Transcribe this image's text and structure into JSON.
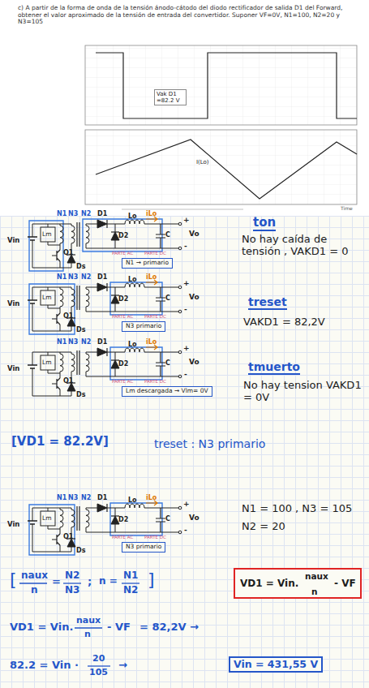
{
  "diagram": {
    "nodes": [
      {
        "text": [
          "Vak D1 =82.2 V"
        ]
      },
      {
        "text": [
          "N1 → primario"
        ]
      },
      {
        "text": [
          "N3 primario"
        ]
      },
      {
        "text": [
          "Lm descargada → Vlm= 0V"
        ]
      },
      {
        "text": [
          "N3 primario"
        ]
      },
      {
        "text": [
          "VD1 = Vin.",
          "naux",
          "n",
          "- VF"
        ]
      },
      {
        "text": [
          "Vin = 431,55 V"
        ]
      }
    ],
    "labels": [
      "c) A partir de la forma de onda de la tensión ánodo-cátodo del diodo rectificador de salida D1 del Forward, obtener el valor aproximado de la tensión de entrada del convertidor. Suponer VF=0V, N1=100, N2=20 y N3=105",
      "Time",
      "I(Lo)",
      "ton",
      "No hay caída de tensión , VAKD1 = 0",
      "treset",
      "VAKD1 = 82,2V",
      "tmuerto",
      "No hay tension VAKD1 = 0V",
      "[VD1 = 82.2V]",
      "treset : N3 primario",
      "N1 = 100 , N3 = 105",
      "N2 = 20",
      "[",
      "naux",
      "n",
      "=",
      "N2",
      "N3",
      ";",
      "n =",
      "N1",
      "N2",
      "]",
      "VD1 = Vin.",
      "naux",
      "n",
      "- VF",
      "= 82,2V →",
      "82.2 = Vin ·",
      "20",
      "105",
      "→",
      "N1",
      "N3",
      "N2",
      "D1",
      "Lo",
      "iLo",
      "Vin",
      "Lm",
      "Q1",
      "Ds",
      "D2",
      "C",
      "+",
      "-",
      "Vo",
      "PARTE AC",
      "PARTE DC",
      "N1",
      "N3",
      "N2",
      "D1",
      "Lo",
      "iLo",
      "Vin",
      "Lm",
      "Q1",
      "Ds",
      "D2",
      "C",
      "+",
      "-",
      "Vo",
      "PARTE AC",
      "PARTE DC",
      "N1",
      "N3",
      "N2",
      "D1",
      "Lo",
      "iLo",
      "Vin",
      "Lm",
      "Q1",
      "Ds",
      "D2",
      "C",
      "+",
      "-",
      "Vo",
      "PARTE AC",
      "PARTE DC",
      "N1",
      "N3",
      "N2",
      "D1",
      "Lo",
      "iLo",
      "Vin",
      "Lm",
      "Q1",
      "Ds",
      "D2",
      "C",
      "+",
      "-",
      "Vo",
      "PARTE AC",
      "PARTE DC"
    ]
  }
}
